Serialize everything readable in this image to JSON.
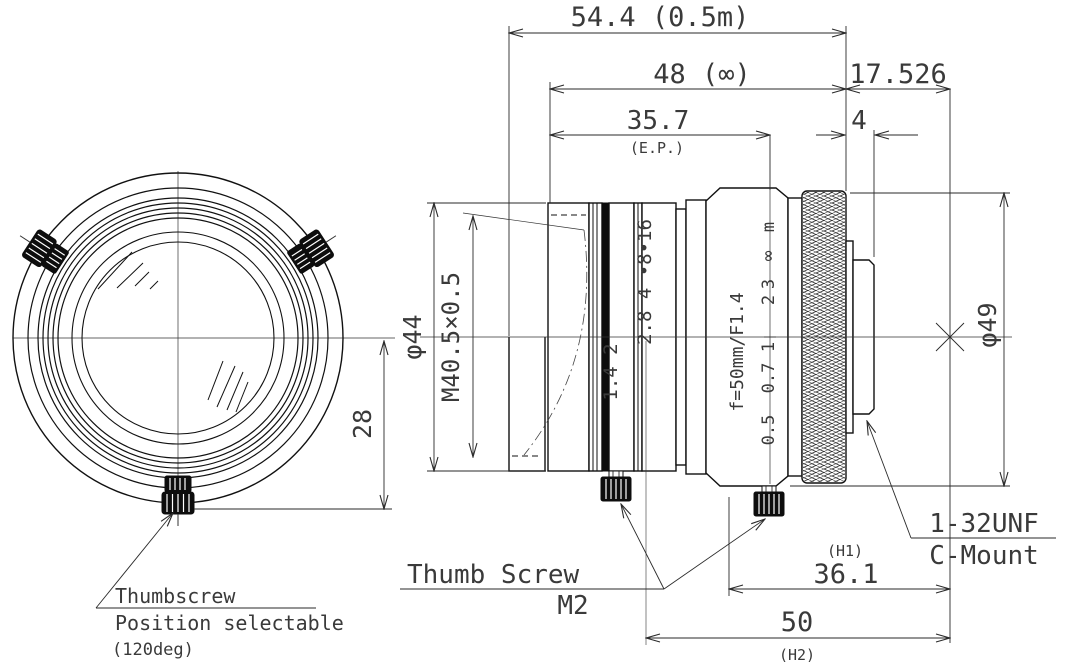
{
  "colors": {
    "line": "#111111",
    "dim": "#2a2a2a",
    "text": "#3a3a3a",
    "background": "#ffffff"
  },
  "front_view": {
    "dim_screw_offset": "28",
    "thumbscrew_note": {
      "line1": "Thumbscrew",
      "line2": "Position selectable",
      "line3": "(120deg)"
    }
  },
  "side_view": {
    "dims": {
      "overall_at_05m": "54.4 (0.5m)",
      "overall_at_inf": "48 (∞)",
      "flange_focal": "17.526",
      "entrance_pupil": "35.7",
      "entrance_pupil_note": "(E.P.)",
      "mount_thread_len": "4",
      "front_diameter": "φ44",
      "filter_thread": "M40.5×0.5",
      "barrel_diameter": "φ49",
      "h1_note": "(H1)",
      "h1": "36.1",
      "h2": "50",
      "h2_note": "(H2)"
    },
    "labels": {
      "thumb_screw": "Thumb Screw",
      "thumb_screw_size": "M2",
      "mount_thread": "1-32UNF",
      "mount_type": "C-Mount"
    },
    "barrel": {
      "aperture_scale_low": "1.4  2",
      "aperture_scale_high": "2.8 4 •8•16",
      "spec": "f=50mm/F1.4",
      "focus_scale": [
        "0.5",
        "0.7",
        "1",
        "2",
        "3",
        "∞",
        "m"
      ]
    }
  }
}
